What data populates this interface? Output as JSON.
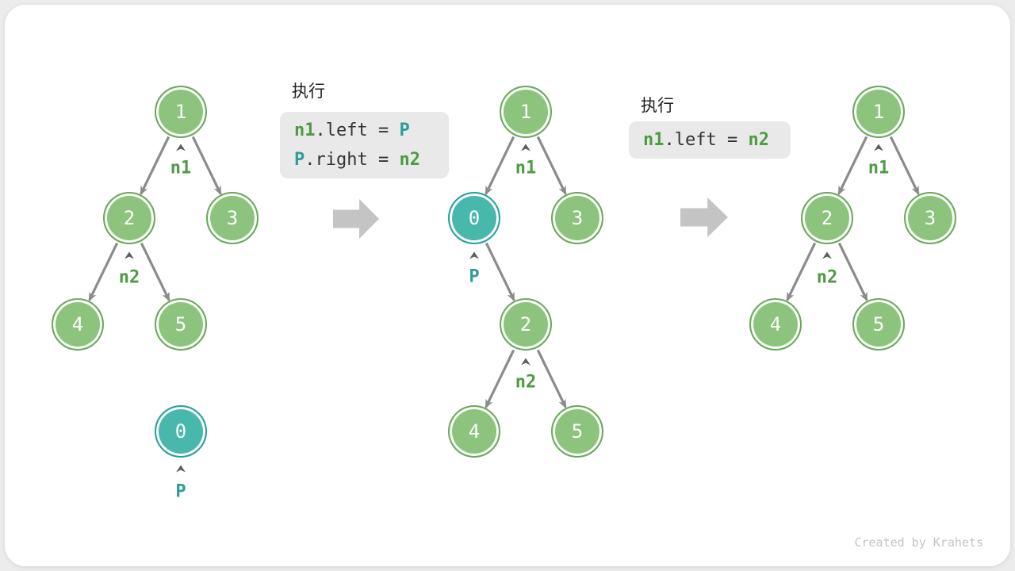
{
  "figure": {
    "footer_credit": "Created by Krahets"
  },
  "colors": {
    "node_green_fill": "#8cc37d",
    "node_green_stroke": "#69aa5a",
    "node_teal_fill": "#48b7ac",
    "node_teal_stroke": "#2ba096",
    "pointer_green_text": "#4e9b43",
    "pointer_teal_text": "#2e9c94",
    "edge_gray": "#8b8b8b",
    "code_box_bg": "#e9e9e9",
    "big_arrow_gray": "#c4c4c4",
    "card_bg": "#ffffff"
  },
  "steps": [
    {
      "exec_title": "执行",
      "code_lines": [
        {
          "t1": "n1",
          "t2": ".left = ",
          "t3": "P"
        },
        {
          "t1": "P",
          "t2": ".right = ",
          "t3": "n2"
        }
      ]
    },
    {
      "exec_title": "执行",
      "code_lines": [
        {
          "t1": "n1",
          "t2": ".left = ",
          "t3": "n2"
        }
      ]
    }
  ],
  "trees": [
    {
      "nodes": [
        {
          "value": "1"
        },
        {
          "value": "2"
        },
        {
          "value": "3"
        },
        {
          "value": "4"
        },
        {
          "value": "5"
        },
        {
          "value": "0"
        }
      ],
      "pointers": [
        {
          "label": "n1"
        },
        {
          "label": "n2"
        },
        {
          "label": "P"
        }
      ]
    },
    {
      "nodes": [
        {
          "value": "1"
        },
        {
          "value": "0"
        },
        {
          "value": "3"
        },
        {
          "value": "2"
        },
        {
          "value": "4"
        },
        {
          "value": "5"
        }
      ],
      "pointers": [
        {
          "label": "n1"
        },
        {
          "label": "P"
        },
        {
          "label": "n2"
        }
      ]
    },
    {
      "nodes": [
        {
          "value": "1"
        },
        {
          "value": "2"
        },
        {
          "value": "3"
        },
        {
          "value": "4"
        },
        {
          "value": "5"
        }
      ],
      "pointers": [
        {
          "label": "n1"
        },
        {
          "label": "n2"
        }
      ]
    }
  ]
}
